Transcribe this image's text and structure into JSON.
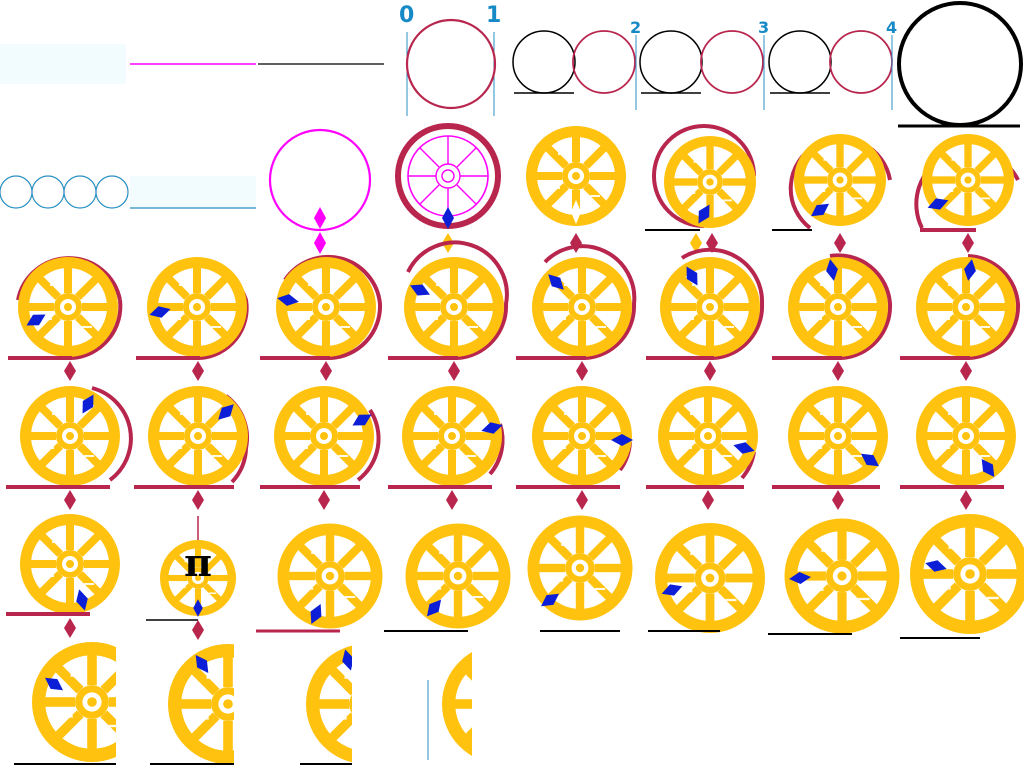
{
  "labels": {
    "n0": "0",
    "n1": "1",
    "n2": "2",
    "n3": "3",
    "n4": "4",
    "pi": "π"
  },
  "colors": {
    "circle_red": "#b8264e",
    "circle_black": "#000000",
    "circle_blue": "#2a8fc4",
    "magenta": "#ff00ff",
    "wheel_yellow": "#ffc20e",
    "marker_blue": "#0d1fd6",
    "diamond_red": "#b8264e",
    "label_blue": "#1689c7",
    "panel_bg": "#f2fbfd"
  },
  "icons": {
    "wheel": "spoked-wheel-icon",
    "marker": "blue-diamond-marker-icon",
    "connector": "red-diamond-connector-icon"
  }
}
